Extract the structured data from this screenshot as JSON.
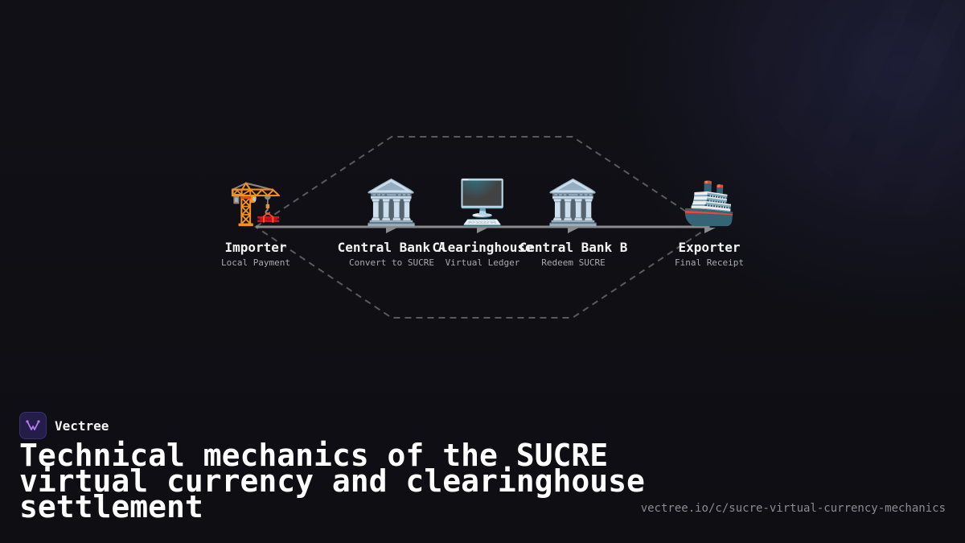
{
  "diagram": {
    "nodes": [
      {
        "label": "Importer",
        "sub": "Local Payment",
        "icon": "construction-crane-icon",
        "glyph": "🏗️"
      },
      {
        "label": "Central Bank A",
        "sub": "Convert to SUCRE",
        "icon": "bank-building-icon",
        "glyph": "🏛️"
      },
      {
        "label": "Clearinghouse",
        "sub": "Virtual Ledger",
        "icon": "desktop-computer-icon",
        "glyph": "🖥️"
      },
      {
        "label": "Central Bank B",
        "sub": "Redeem SUCRE",
        "icon": "bank-building-icon",
        "glyph": "🏛️"
      },
      {
        "label": "Exporter",
        "sub": "Final Receipt",
        "icon": "cargo-ship-icon",
        "glyph": "🚢"
      }
    ]
  },
  "brand": {
    "name": "Vectree",
    "logo_icon": "vectree-logo-icon"
  },
  "title": "Technical mechanics of the SUCRE virtual currency and clearinghouse settlement",
  "url": "vectree.io/c/sucre-virtual-currency-mechanics",
  "colors": {
    "background": "#0f0f14",
    "flow_line": "#8a8a8a",
    "dashed_outline": "#5a5a5e",
    "text": "#ffffff",
    "muted": "#a9a9b0",
    "url": "#8a8a92",
    "logo_bg": "#241d4a",
    "logo_mark": "#b07cf0"
  }
}
